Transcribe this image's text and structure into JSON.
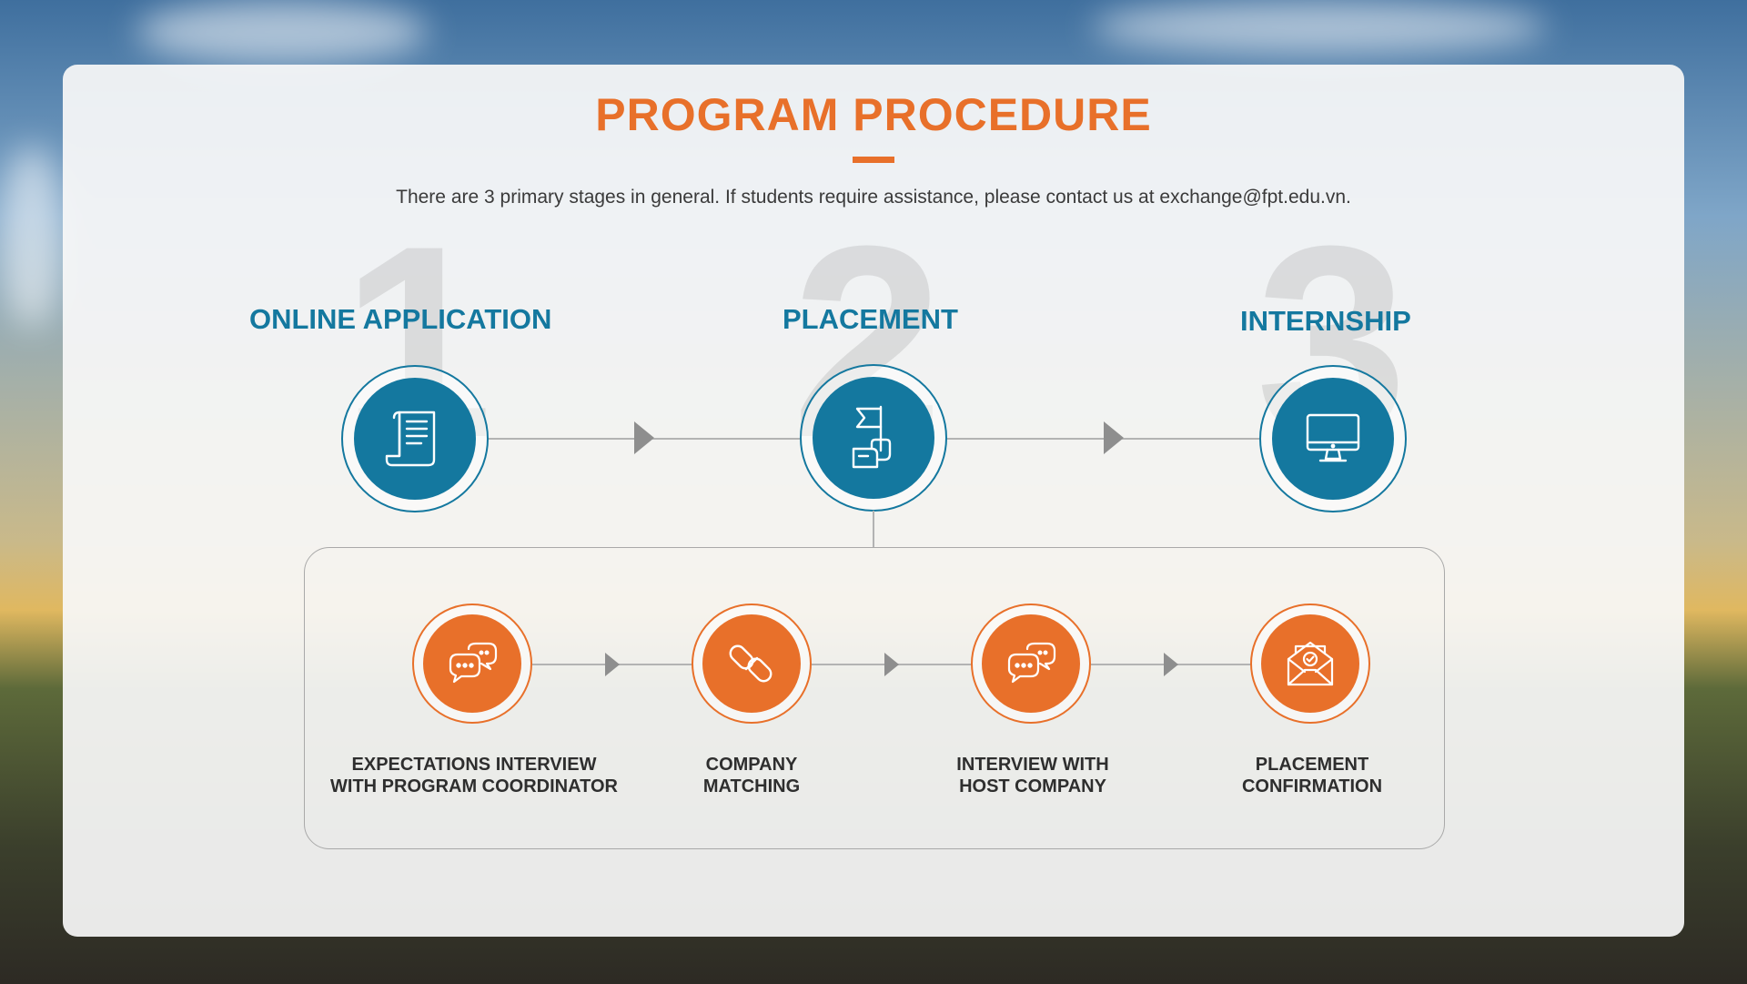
{
  "header": {
    "title": "PROGRAM PROCEDURE",
    "subtitle": "There are 3 primary stages in general. If students require assistance, please contact us at exchange@fpt.edu.vn."
  },
  "stages": [
    {
      "number": "1",
      "title": "ONLINE APPLICATION",
      "icon": "document-scroll-icon"
    },
    {
      "number": "2",
      "title": "PLACEMENT",
      "icon": "hand-holding-flag-icon"
    },
    {
      "number": "3",
      "title": "INTERNSHIP",
      "icon": "computer-monitor-icon"
    }
  ],
  "placement_steps": [
    {
      "line1": "EXPECTATIONS INTERVIEW",
      "line2": "WITH PROGRAM COORDINATOR",
      "icon": "chat-bubbles-icon"
    },
    {
      "line1": "COMPANY",
      "line2": "MATCHING",
      "icon": "chain-link-icon"
    },
    {
      "line1": "INTERVIEW WITH",
      "line2": "HOST COMPANY",
      "icon": "chat-bubbles-icon"
    },
    {
      "line1": "PLACEMENT",
      "line2": "CONFIRMATION",
      "icon": "envelope-check-icon"
    }
  ],
  "colors": {
    "accent_orange": "#e8702a",
    "accent_blue": "#14789f",
    "connector_gray": "#b3b3b3"
  }
}
